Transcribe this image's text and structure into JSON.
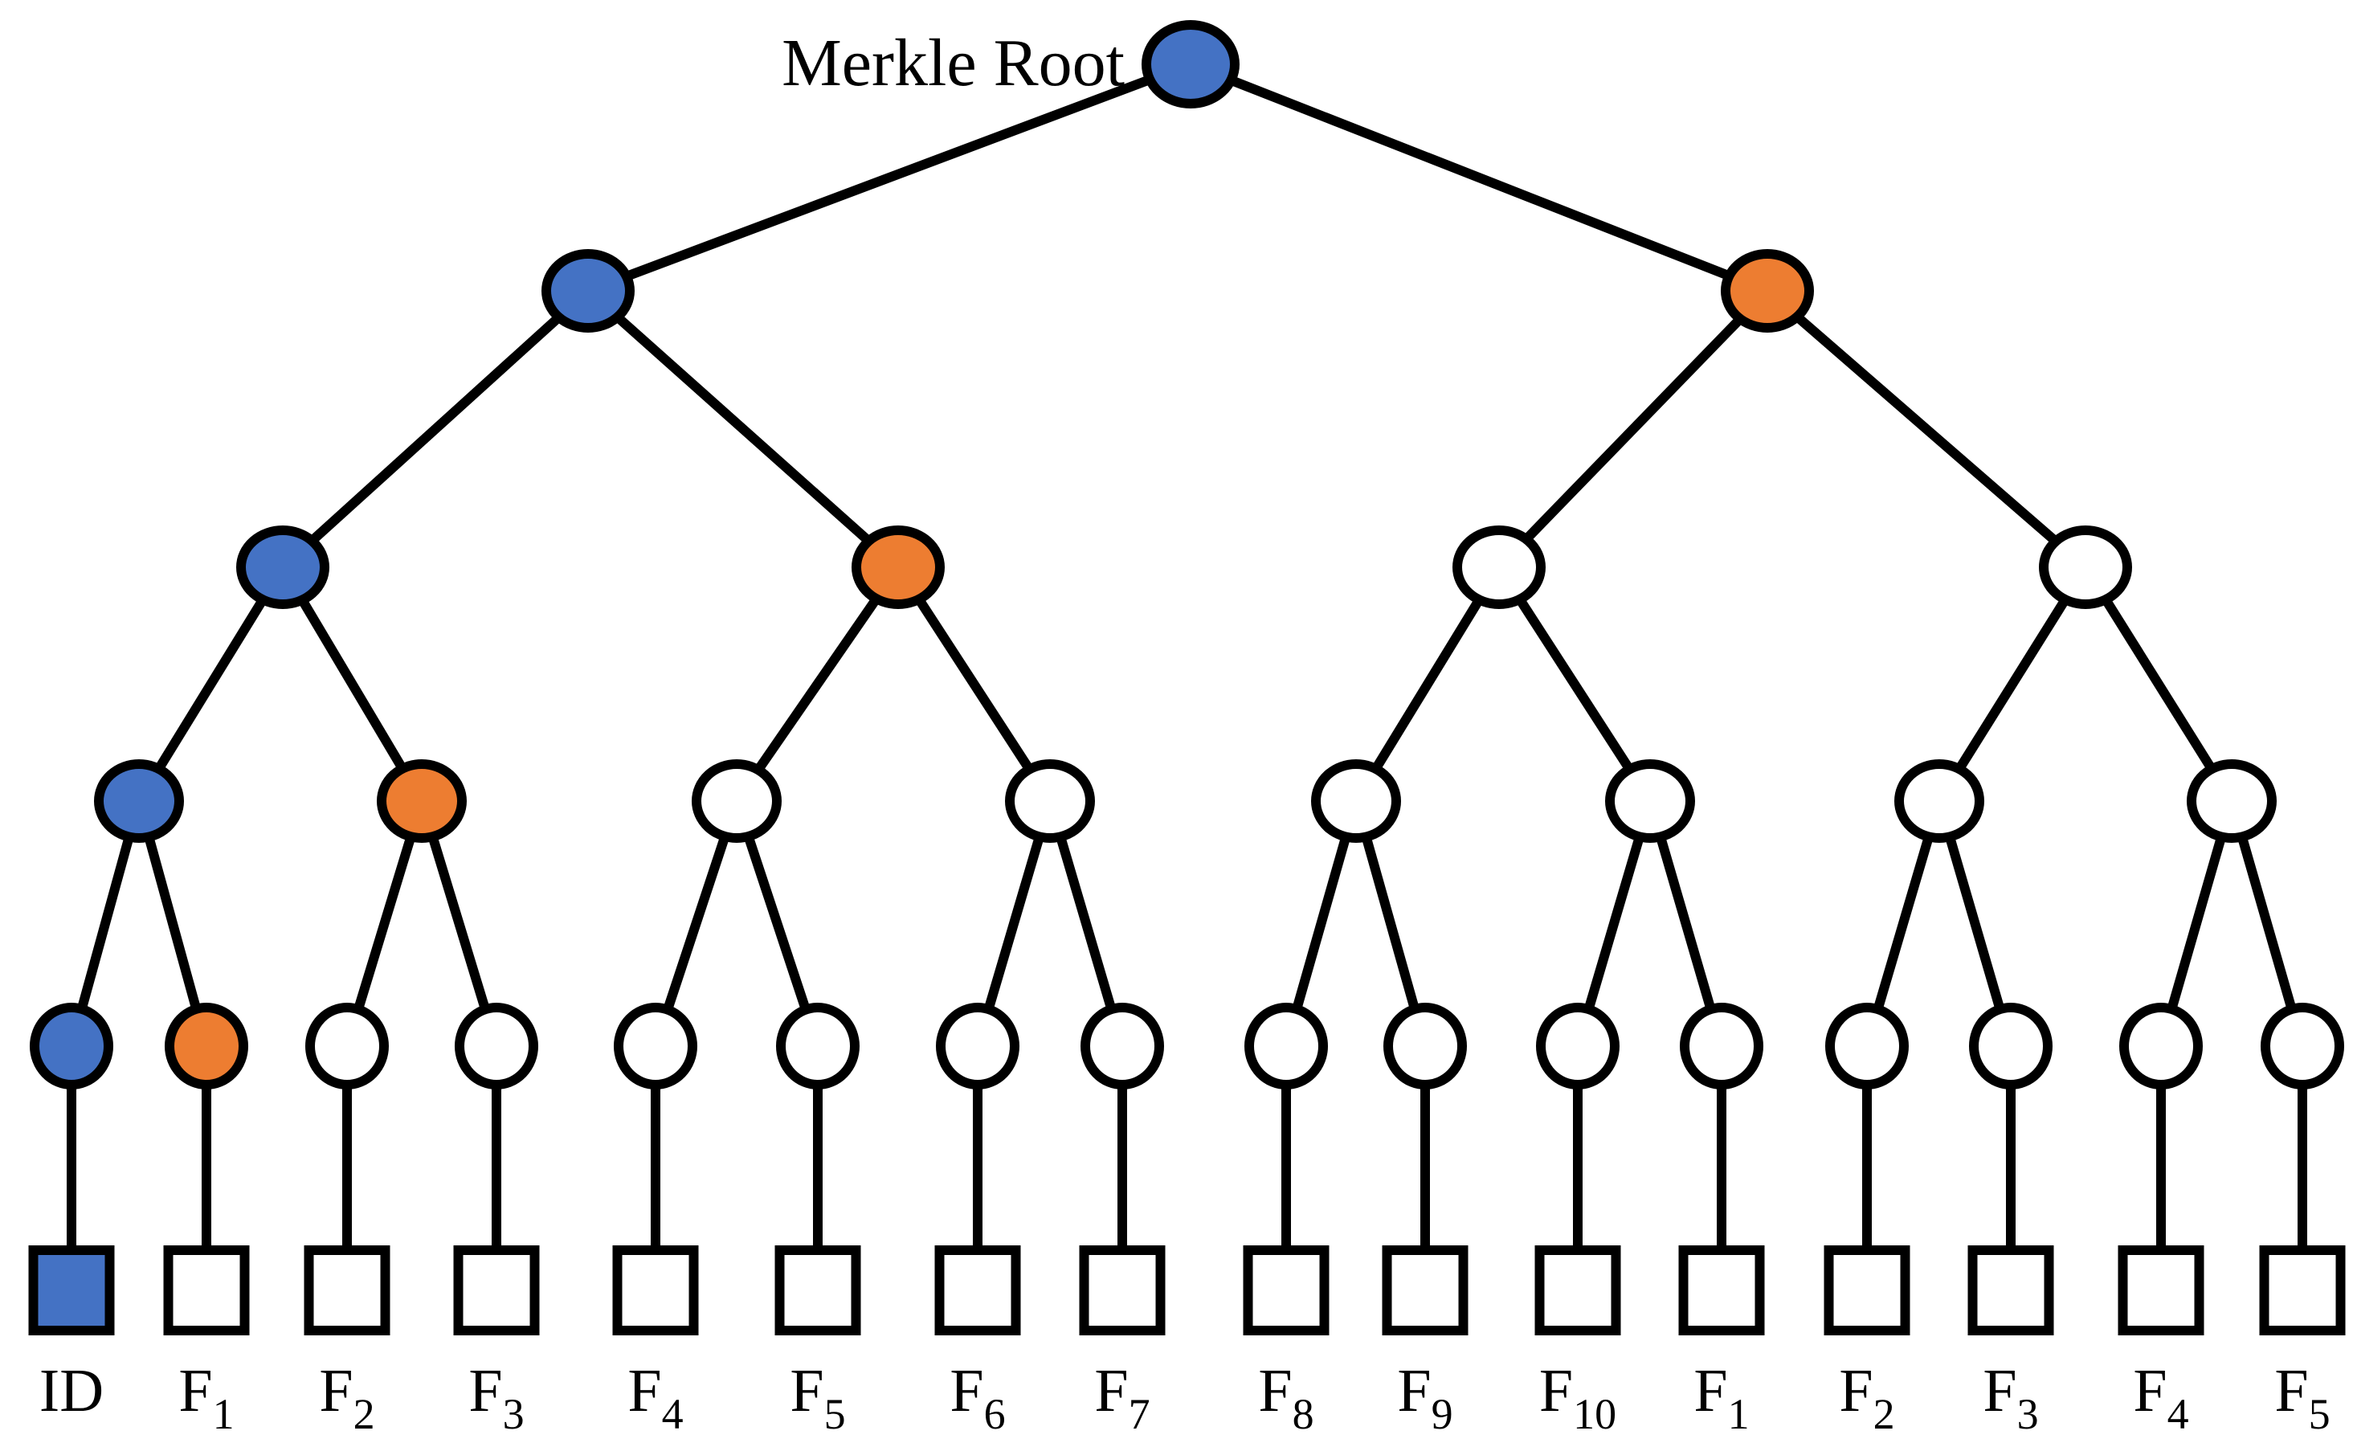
{
  "title": "Merkle Root",
  "colors": {
    "node_blue": "#4472C4",
    "node_orange": "#ED7D31",
    "node_white": "#FFFFFF",
    "outline": "#000000"
  },
  "tree": {
    "description": "Merkle tree with 16 leaf blocks; colored nodes mark the hash path of the ID leaf",
    "levels": [
      {
        "name": "root",
        "fills": [
          "blue"
        ]
      },
      {
        "name": "internal-level-2",
        "fills": [
          "blue",
          "orange"
        ]
      },
      {
        "name": "internal-level-3",
        "fills": [
          "blue",
          "orange",
          "white",
          "white"
        ]
      },
      {
        "name": "internal-level-4",
        "fills": [
          "blue",
          "orange",
          "white",
          "white",
          "white",
          "white",
          "white",
          "white"
        ]
      },
      {
        "name": "internal-level-5",
        "fills": [
          "blue",
          "orange",
          "white",
          "white",
          "white",
          "white",
          "white",
          "white",
          "white",
          "white",
          "white",
          "white",
          "white",
          "white",
          "white",
          "white"
        ]
      }
    ],
    "leaves": [
      {
        "label": "ID",
        "sub": "",
        "fill": "blue"
      },
      {
        "label": "F",
        "sub": "1",
        "fill": "white"
      },
      {
        "label": "F",
        "sub": "2",
        "fill": "white"
      },
      {
        "label": "F",
        "sub": "3",
        "fill": "white"
      },
      {
        "label": "F",
        "sub": "4",
        "fill": "white"
      },
      {
        "label": "F",
        "sub": "5",
        "fill": "white"
      },
      {
        "label": "F",
        "sub": "6",
        "fill": "white"
      },
      {
        "label": "F",
        "sub": "7",
        "fill": "white"
      },
      {
        "label": "F",
        "sub": "8",
        "fill": "white"
      },
      {
        "label": "F",
        "sub": "9",
        "fill": "white"
      },
      {
        "label": "F",
        "sub": "10",
        "fill": "white"
      },
      {
        "label": "F",
        "sub": "1",
        "fill": "white"
      },
      {
        "label": "F",
        "sub": "2",
        "fill": "white"
      },
      {
        "label": "F",
        "sub": "3",
        "fill": "white"
      },
      {
        "label": "F",
        "sub": "4",
        "fill": "white"
      },
      {
        "label": "F",
        "sub": "5",
        "fill": "white"
      }
    ]
  }
}
